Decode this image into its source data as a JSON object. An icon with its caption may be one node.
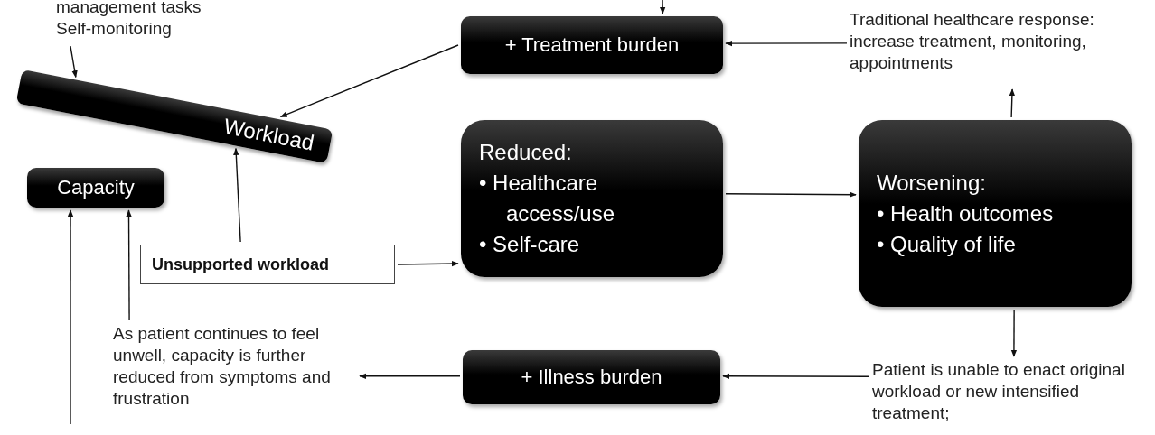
{
  "diagram": {
    "nodes": [
      {
        "text": [
          "management tasks Self-monitoring"
        ]
      },
      {
        "text": [
          "+ Treatment burden"
        ]
      },
      {
        "text": [
          "Traditional healthcare response: increase treatment, monitoring, appointments"
        ]
      },
      {
        "text": [
          "Workload"
        ]
      },
      {
        "text": [
          "Capacity"
        ]
      },
      {
        "text": [
          "Unsupported workload"
        ]
      },
      {
        "text": [
          "Reduced:",
          "• Healthcare access/use",
          "• Self-care"
        ]
      },
      {
        "text": [
          "Worsening:",
          "• Health outcomes",
          "• Quality of life"
        ]
      },
      {
        "text": [
          "+ Illness burden"
        ]
      },
      {
        "text": [
          "Patient is unable to enact original workload or new intensified treatment;"
        ]
      },
      {
        "text": [
          "As patient continues to feel unwell, capacity is further reduced from symptoms and frustration"
        ]
      }
    ],
    "edges": [
      {
        "from": null,
        "to": 1,
        "arrow": "to"
      },
      {
        "from": 0,
        "to": 3,
        "arrow": "to"
      },
      {
        "from": 1,
        "to": 3,
        "arrow": "to"
      },
      {
        "from": 2,
        "to": 1,
        "arrow": "to"
      },
      {
        "from": 7,
        "to": 2,
        "arrow": "to"
      },
      {
        "from": 5,
        "to": 3,
        "arrow": "to"
      },
      {
        "from": 5,
        "to": 6,
        "arrow": "to"
      },
      {
        "from": 6,
        "to": 7,
        "arrow": "to"
      },
      {
        "from": 7,
        "to": 9,
        "arrow": "to"
      },
      {
        "from": 9,
        "to": 8,
        "arrow": "to"
      },
      {
        "from": 8,
        "to": 10,
        "arrow": "to"
      },
      {
        "from": 10,
        "to": 4,
        "arrow": "to"
      },
      {
        "from": null,
        "to": 4,
        "arrow": "to"
      }
    ]
  }
}
